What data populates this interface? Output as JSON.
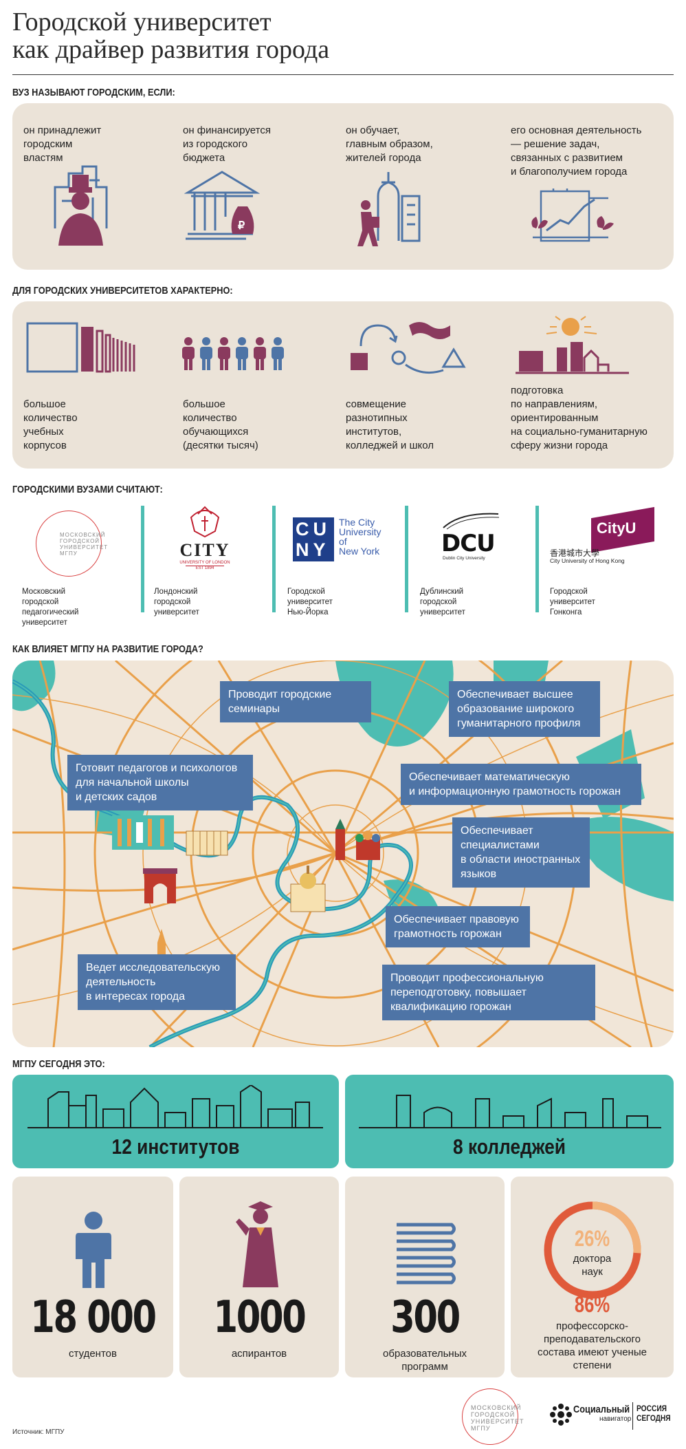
{
  "title": {
    "line1": "Городской университет",
    "line2": "как драйвер развития города"
  },
  "section1": {
    "heading": "ВУЗ НАЗЫВАЮТ ГОРОДСКИМ, ЕСЛИ:",
    "items": [
      "он принадлежит\nгородским\nвластям",
      "он финансируется\nиз городского\nбюджета",
      "он обучает,\nглавным образом,\nжителей города",
      "его основная деятельность\n— решение задач,\nсвязанных с развитием\nи благополучием города"
    ]
  },
  "section2": {
    "heading": "ДЛЯ ГОРОДСКИХ УНИВЕРСИТЕТОВ ХАРАКТЕРНО:",
    "items": [
      "большое\nколичество\nучебных\nкорпусов",
      "большое\nколичество\nобучающихся\n(десятки тысяч)",
      "совмещение\nразнотипных\nинститутов,\nколледжей и школ",
      "подготовка\nпо направлениям,\nориентированным\nна социально-гуманитарную\nсферу жизни города"
    ]
  },
  "section3": {
    "heading": "ГОРОДСКИМИ ВУЗАМИ СЧИТАЮТ:",
    "universities": [
      {
        "caption": "Московский\nгородской\nпедагогический\nуниверситет",
        "logo_text": "МОСКОВСКИЙ\nГОРОДСКОЙ\nУНИВЕРСИТЕТ\nМГПУ"
      },
      {
        "caption": "Лондонский\nгородской\nуниверситет",
        "logo_text": "CITY",
        "logo_sub": "UNIVERSITY OF LONDON",
        "logo_est": "EST 1894"
      },
      {
        "caption": "Городской\nуниверситет\nНью-Йорка",
        "logo_text": "CU\nNY",
        "logo_sub": "The City\nUniversity\nof\nNew York"
      },
      {
        "caption": "Дублинский\nгородской\nуниверситет",
        "logo_text": "DCU",
        "logo_sub": "Dublin City University"
      },
      {
        "caption": "Городской\nуниверситет\nГонконга",
        "logo_text": "CityU",
        "logo_sub1": "香港城市大學",
        "logo_sub2": "City University of Hong Kong"
      }
    ]
  },
  "section4": {
    "heading": "КАК ВЛИЯЕТ МГПУ НА РАЗВИТИЕ ГОРОДА?",
    "callouts": [
      "Проводит городские\nсеминары",
      "Обеспечивает высшее\nобразование широкого\nгуманитарного профиля",
      "Готовит педагогов и психологов\nдля начальной школы\nи детских садов",
      "Обеспечивает математическую\nи информационную грамотность горожан",
      "Обеспечивает\nспециалистами\nв области иностранных\nязыков",
      "Обеспечивает правовую\nграмотность горожан",
      "Ведет исследовательскую\nдеятельность\nв интересах города",
      "Проводит профессиональную\nпереподготовку, повышает\nквалификацию горожан"
    ]
  },
  "section5": {
    "heading": "МГПУ СЕГОДНЯ ЭТО:",
    "institutes": "12 институтов",
    "colleges": "8 колледжей",
    "stats": [
      {
        "number": "18 000",
        "label": "студентов"
      },
      {
        "number": "1000",
        "label": "аспирантов"
      },
      {
        "number": "300",
        "label": "образовательных\nпрограмм"
      }
    ],
    "doctors_percent": "26%",
    "doctors_label": "доктора\nнаук",
    "doctors_fraction": 0.26,
    "staff_percent": "86%",
    "staff_label": "профессорско-\nпреподавательского\nсостава имеют ученые\nстепени"
  },
  "footer": {
    "source": "Источник: МГПУ",
    "mgpu_logo": "МОСКОВСКИЙ\nГОРОДСКОЙ\nУНИВЕРСИТЕТ\nМГПУ",
    "navigator_main": "Социальный",
    "navigator_sub": "навигатор",
    "ria": "РОССИЯ\nСЕГОДНЯ"
  },
  "colors": {
    "teal": "#4dbdb2",
    "beige": "#ebe3d8",
    "plum": "#8a3a5e",
    "blue": "#4e74a6",
    "orange": "#e9a04a",
    "red": "#e05a3a"
  }
}
